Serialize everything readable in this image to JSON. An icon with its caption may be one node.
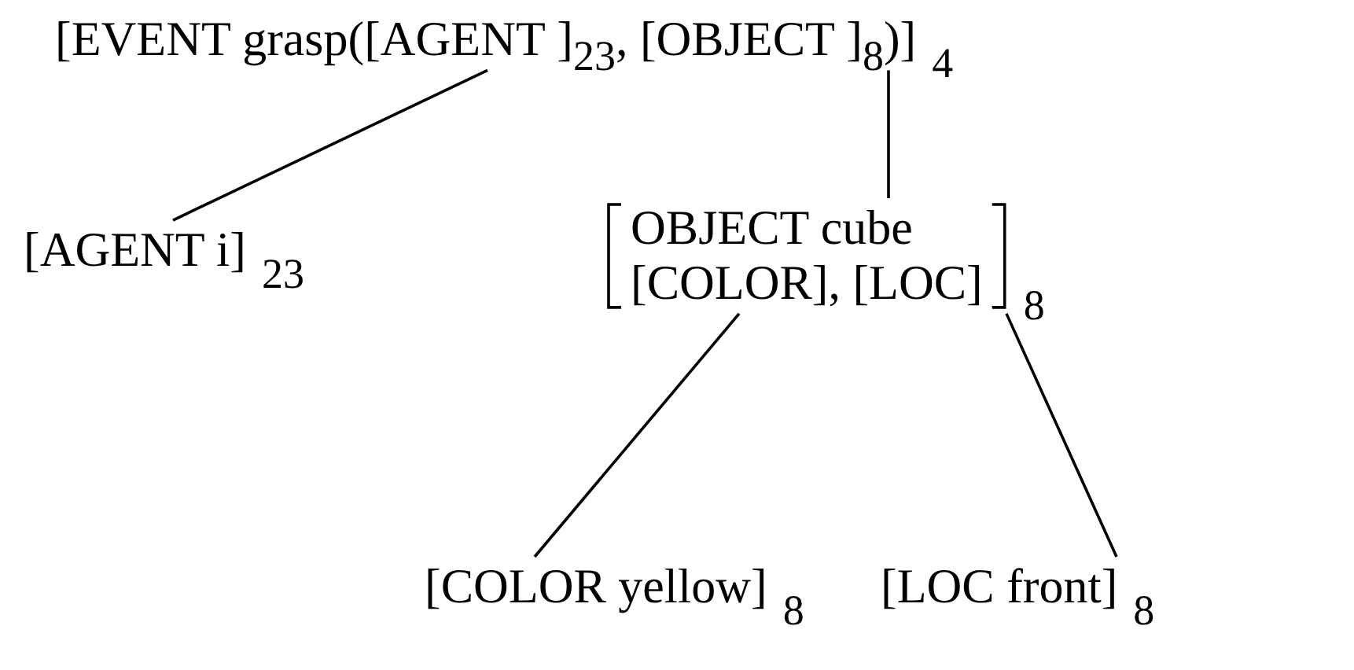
{
  "diagram": {
    "nodes": [
      {
        "text": [
          "[EVENT grasp([AGENT ]$_{23}$, [OBJECT ]$_{8}$)]"
        ],
        "beside": [
          "4"
        ]
      },
      {
        "text": [
          "[AGENT i]"
        ],
        "beside": [
          "23"
        ]
      },
      {
        "text": [
          "OBJECT cube",
          "[COLOR], [LOC]"
        ],
        "beside": [
          "8"
        ]
      },
      {
        "text": [
          "[COLOR yellow]"
        ],
        "beside": [
          "8"
        ]
      },
      {
        "text": [
          "[LOC front]"
        ],
        "beside": [
          "8"
        ]
      }
    ],
    "edges": [
      {
        "from": 0,
        "to": 1,
        "arrow": "none"
      },
      {
        "from": 0,
        "to": 2,
        "arrow": "none"
      },
      {
        "from": 2,
        "to": 3,
        "arrow": "none"
      },
      {
        "from": 2,
        "to": 4,
        "arrow": "none"
      }
    ]
  }
}
